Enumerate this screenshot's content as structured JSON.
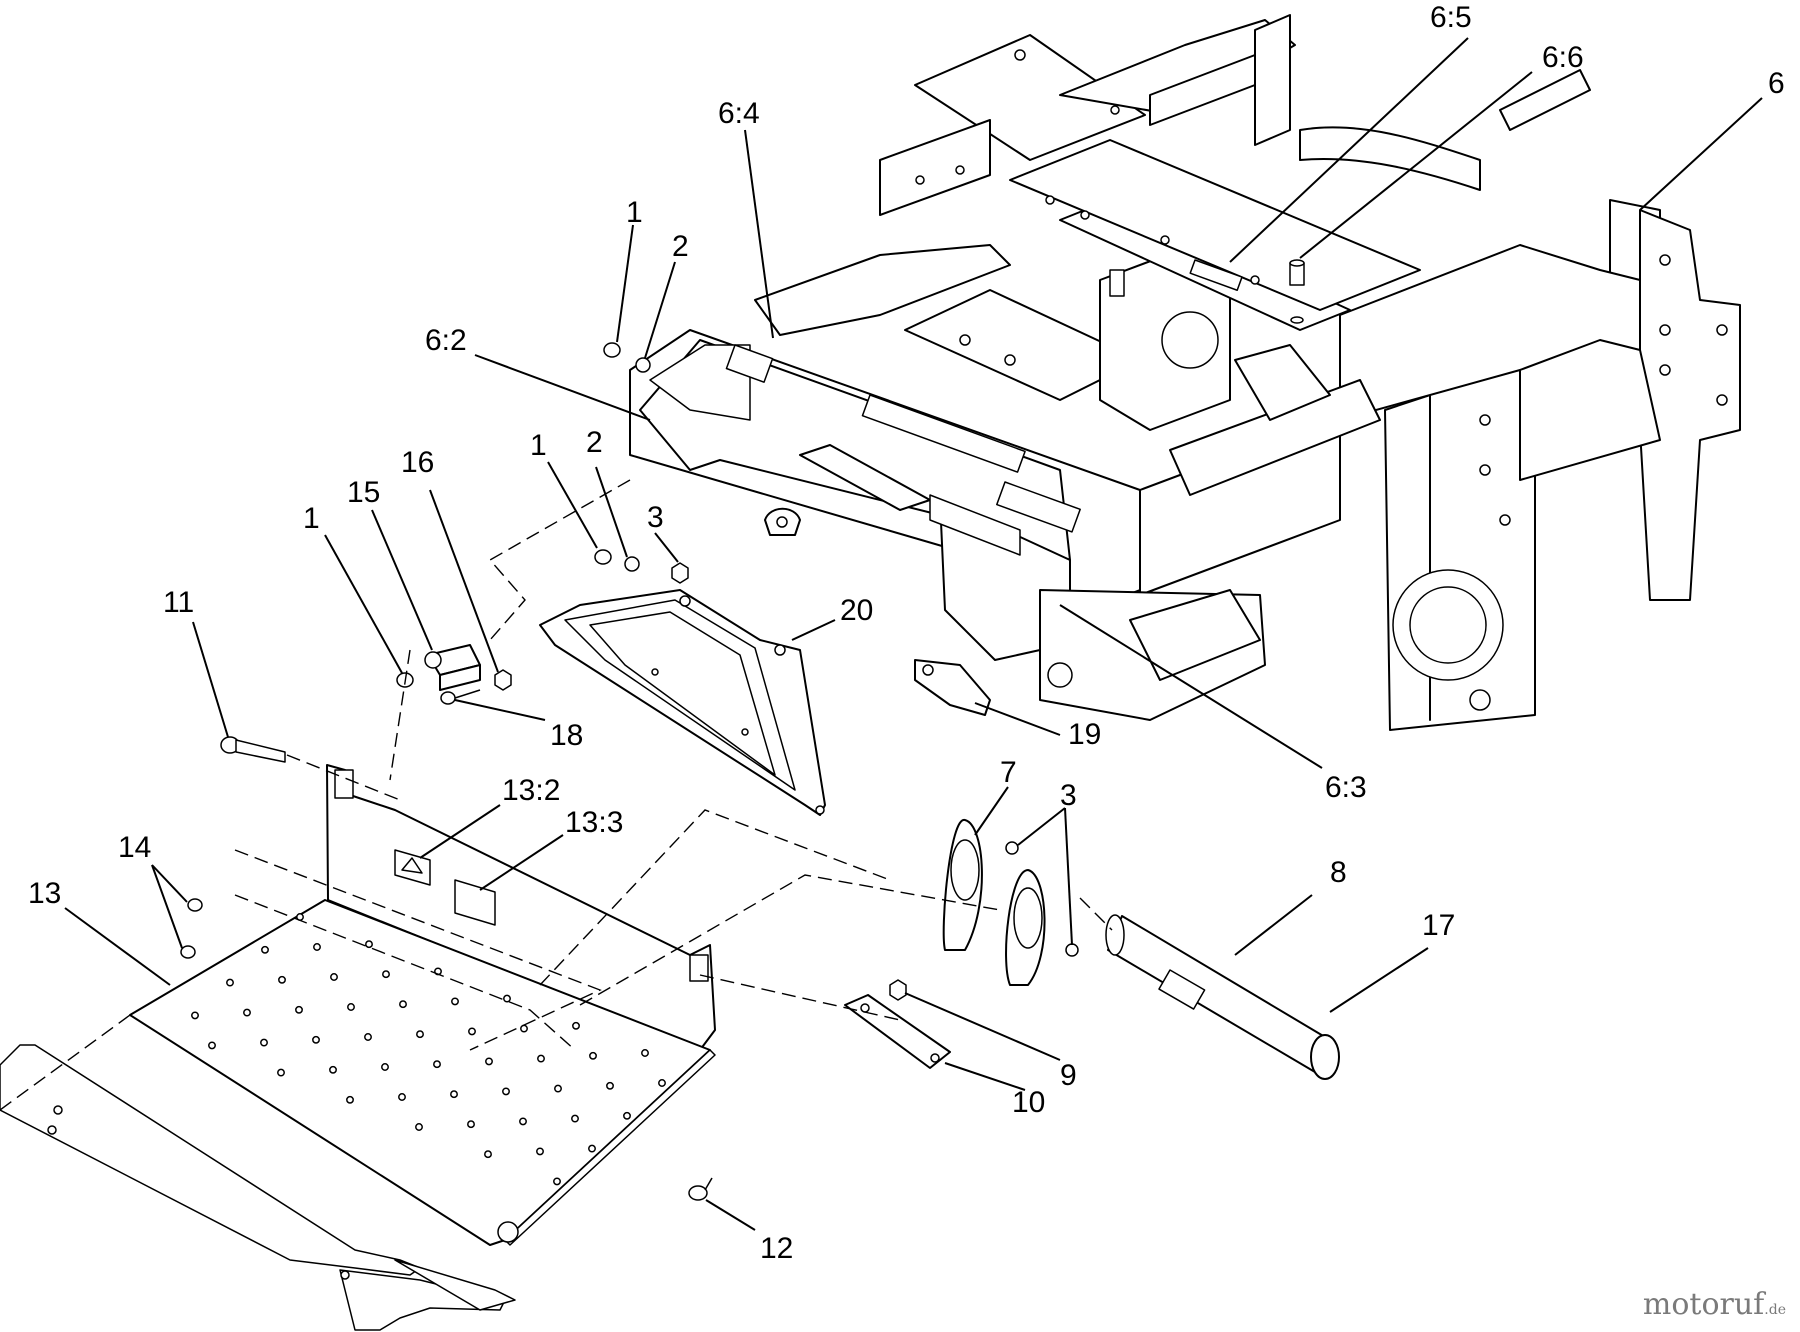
{
  "callouts": [
    {
      "id": "c-1a",
      "label": "1"
    },
    {
      "id": "c-2a",
      "label": "2"
    },
    {
      "id": "c-1b",
      "label": "1"
    },
    {
      "id": "c-2b",
      "label": "2"
    },
    {
      "id": "c-3a",
      "label": "3"
    },
    {
      "id": "c-1c",
      "label": "1"
    },
    {
      "id": "c-15",
      "label": "15"
    },
    {
      "id": "c-16",
      "label": "16"
    },
    {
      "id": "c-11",
      "label": "11"
    },
    {
      "id": "c-18",
      "label": "18"
    },
    {
      "id": "c-20",
      "label": "20"
    },
    {
      "id": "c-62",
      "label": "6:2"
    },
    {
      "id": "c-64",
      "label": "6:4"
    },
    {
      "id": "c-65",
      "label": "6:5"
    },
    {
      "id": "c-66",
      "label": "6:6"
    },
    {
      "id": "c-6",
      "label": "6"
    },
    {
      "id": "c-63",
      "label": "6:3"
    },
    {
      "id": "c-19",
      "label": "19"
    },
    {
      "id": "c-7",
      "label": "7"
    },
    {
      "id": "c-3b",
      "label": "3"
    },
    {
      "id": "c-8",
      "label": "8"
    },
    {
      "id": "c-17",
      "label": "17"
    },
    {
      "id": "c-9",
      "label": "9"
    },
    {
      "id": "c-10",
      "label": "10"
    },
    {
      "id": "c-12",
      "label": "12"
    },
    {
      "id": "c-13",
      "label": "13"
    },
    {
      "id": "c-14",
      "label": "14"
    },
    {
      "id": "c-132",
      "label": "13:2"
    },
    {
      "id": "c-133",
      "label": "13:3"
    }
  ],
  "watermark": {
    "brand": "motoruf",
    "tld": ".de"
  },
  "colors": {
    "line": "#000000",
    "background": "#ffffff",
    "watermark": "#7a7a7a"
  }
}
